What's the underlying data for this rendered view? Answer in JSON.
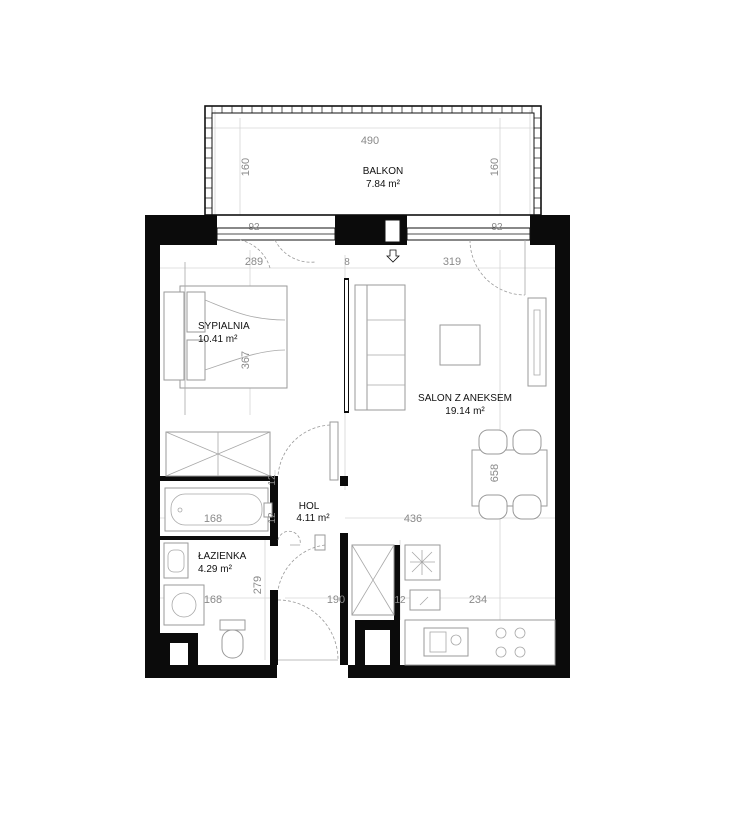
{
  "rooms": {
    "balkon": {
      "name": "BALKON",
      "area": "7.84 m²"
    },
    "sypialnia": {
      "name": "SYPIALNIA",
      "area": "10.41 m²"
    },
    "salon": {
      "name": "SALON Z ANEKSEM",
      "area": "19.14 m²"
    },
    "hol": {
      "name": "HOL",
      "area": "4.11 m²"
    },
    "lazienka": {
      "name": "ŁAZIENKA",
      "area": "4.29 m²"
    }
  },
  "dimensions": {
    "balkon_width": "490",
    "balkon_depth_left": "160",
    "balkon_depth_right": "160",
    "window_left": "92",
    "window_right": "92",
    "sypialnia_width": "289",
    "wall_gap": "8",
    "salon_width": "319",
    "sypialnia_depth": "367",
    "salon_depth": "658",
    "partition_12_a": "12",
    "partition_12_b": "12",
    "partition_12_c": "12",
    "lazienka_width_top": "168",
    "lazienka_width_bottom": "168",
    "salon_mid_width": "436",
    "lazienka_depth": "279",
    "hol_width": "190",
    "kitchen_width": "234"
  }
}
